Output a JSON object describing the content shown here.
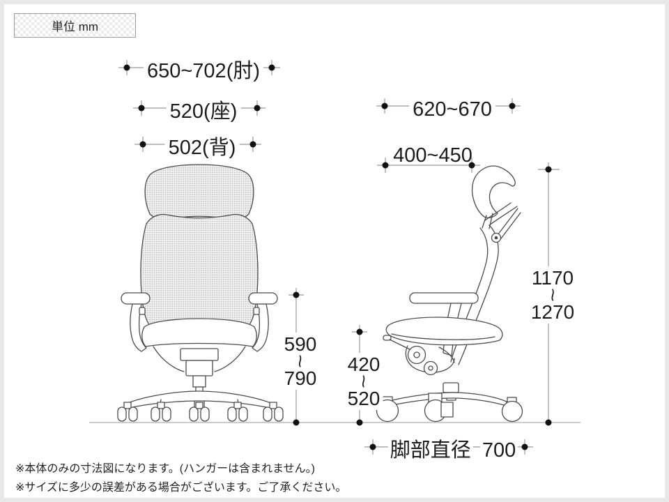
{
  "unit_box": {
    "label": "単位 mm"
  },
  "dimensions": {
    "armrest_width": {
      "label": "650~702(肘)"
    },
    "seat_width": {
      "label": "520(座)"
    },
    "back_width": {
      "label": "502(背)"
    },
    "total_depth": {
      "label": "620~670"
    },
    "seat_depth": {
      "label": "400~450"
    },
    "back_height": {
      "min": "590",
      "max": "790",
      "tilde": "~"
    },
    "seat_height": {
      "min": "420",
      "max": "520",
      "tilde": "~"
    },
    "total_height": {
      "min": "1170",
      "max": "1270",
      "tilde": "~"
    },
    "base_diameter": {
      "label_text": "脚部直径",
      "value": "700"
    }
  },
  "notes": [
    "※本体のみの寸法図になります。(ハンガーは含まれません。)",
    "※サイズに多少の誤差がある場合がございます。ご了承ください。"
  ],
  "colors": {
    "background": "#e8e8e8",
    "canvas": "#ffffff",
    "dimension_line": "#999999",
    "dimension_dot": "#111111",
    "text": "#1b1b1b",
    "drawing_line": "#4a4a4a"
  }
}
